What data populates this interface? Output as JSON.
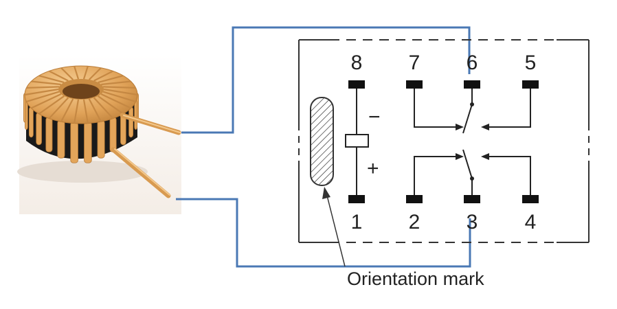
{
  "diagram": {
    "pins": {
      "p1": "1",
      "p2": "2",
      "p3": "3",
      "p4": "4",
      "p5": "5",
      "p6": "6",
      "p7": "7",
      "p8": "8"
    },
    "coil_polarity": {
      "minus": "−",
      "plus": "+"
    },
    "orientation_label": "Orientation mark",
    "colors": {
      "wire": "#4a78b4",
      "outline": "#333333",
      "copper": "#e3a55a",
      "core": "#1a1a1a"
    },
    "icons": [
      "toroidal-inductor-image",
      "relay-schematic",
      "orientation-mark"
    ]
  }
}
